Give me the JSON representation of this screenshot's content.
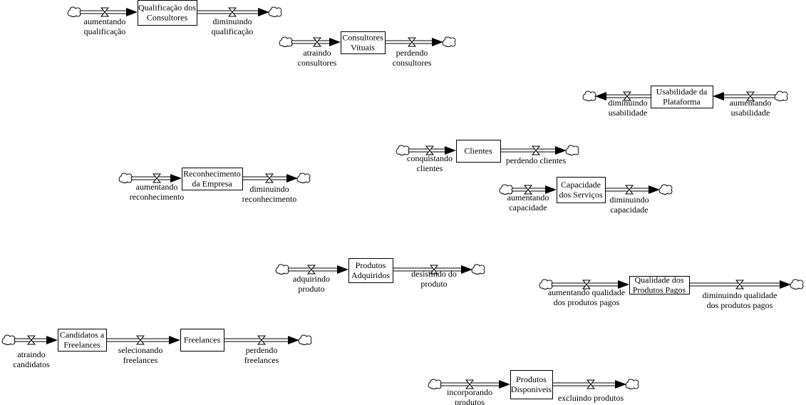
{
  "diagram": {
    "type": "stock-and-flow",
    "stocks": [
      {
        "id": "qualificacao",
        "label": [
          "Qualificação dos",
          "Consultores"
        ],
        "inflow": {
          "label": [
            "aumentando",
            "qualificação"
          ]
        },
        "outflow": {
          "label": [
            "diminuindo",
            "qualificação"
          ]
        }
      },
      {
        "id": "consultores",
        "label": [
          "Consultores",
          "Vituais"
        ],
        "inflow": {
          "label": [
            "atraindo",
            "consultores"
          ]
        },
        "outflow": {
          "label": [
            "perdendo",
            "consultores"
          ]
        }
      },
      {
        "id": "usabilidade",
        "label": [
          "Usabilidade da",
          "Plataforma"
        ],
        "direction": "reversed",
        "inflow": {
          "label": [
            "aumentando",
            "usabilidade"
          ]
        },
        "outflow": {
          "label": [
            "diminuindo",
            "usabilidade"
          ]
        }
      },
      {
        "id": "clientes",
        "label": [
          "Clientes"
        ],
        "inflow": {
          "label": [
            "conquistando",
            "clientes"
          ]
        },
        "outflow": {
          "label": [
            "perdendo clientes"
          ]
        }
      },
      {
        "id": "reconhecimento",
        "label": [
          "Reconhecimento",
          "da Empresa"
        ],
        "inflow": {
          "label": [
            "aumentando",
            "reconhecimento"
          ]
        },
        "outflow": {
          "label": [
            "diminuindo",
            "reconhecimento"
          ]
        }
      },
      {
        "id": "capacidade",
        "label": [
          "Capacidade",
          "dos Serviços"
        ],
        "inflow": {
          "label": [
            "aumentando",
            "capacidade"
          ]
        },
        "outflow": {
          "label": [
            "diminuindo",
            "capacidade"
          ]
        }
      },
      {
        "id": "produtos-adquiridos",
        "label": [
          "Produtos",
          "Adquiridos"
        ],
        "inflow": {
          "label": [
            "adquirindo",
            "produto"
          ]
        },
        "outflow": {
          "label": [
            "desistindo do",
            "produto"
          ]
        }
      },
      {
        "id": "qualidade-produtos",
        "label": [
          "Qualidade dos",
          "Produtos Pagos"
        ],
        "inflow": {
          "label": [
            "aumentando qualidade",
            "dos produtos pagos"
          ]
        },
        "outflow": {
          "label": [
            "diminuindo qualidade",
            "dos produtos pagos"
          ]
        }
      },
      {
        "id": "candidatos",
        "label": [
          "Candidatos a",
          "Freelances"
        ],
        "inflow": {
          "label": [
            "atraindo",
            "candidatos"
          ]
        },
        "outflow": {
          "label": [
            "selecionando",
            "freelances"
          ],
          "to": "freelances"
        }
      },
      {
        "id": "freelances",
        "label": [
          "Freelances"
        ],
        "inflow": null,
        "outflow": {
          "label": [
            "perdendo",
            "freelances"
          ]
        }
      },
      {
        "id": "produtos-disponiveis",
        "label": [
          "Produtos",
          "Disponiveis"
        ],
        "inflow": {
          "label": [
            "incorporando",
            "produtos"
          ]
        },
        "outflow": {
          "label": [
            "excluindo produtos"
          ]
        }
      }
    ]
  }
}
